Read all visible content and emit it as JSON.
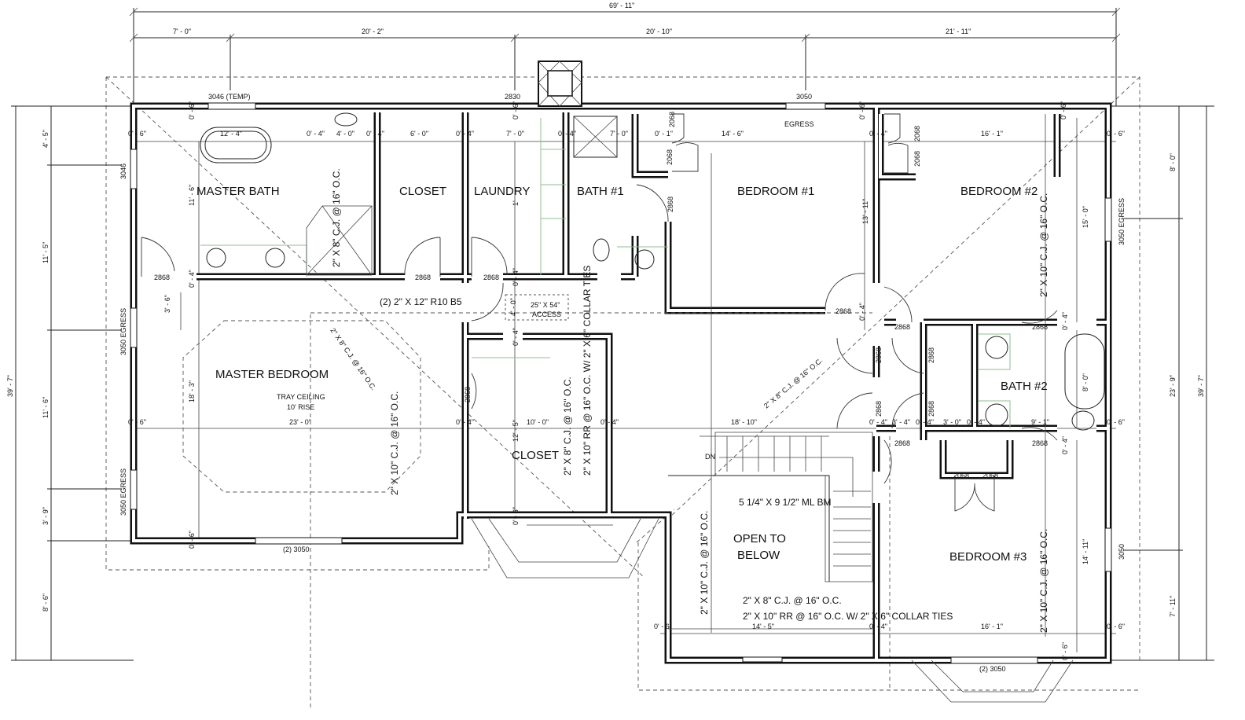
{
  "overall": {
    "width": "69' - 11\"",
    "depth_left": "39' - 7\"",
    "depth_right": "39' - 7\""
  },
  "top_dims": [
    "7' - 0\"",
    "20' - 2\"",
    "20' - 10\"",
    "21' - 11\""
  ],
  "left_dims": [
    "4' - 5\"",
    "11' - 5\"",
    "11' - 6\"",
    "3' - 9\"",
    "8' - 6\"",
    "3' - 6\""
  ],
  "right_dims": [
    "8' - 0\"",
    "23' - 9\"",
    "7' - 11\""
  ],
  "windows": {
    "master_bath_top": "3046 (TEMP)",
    "laundry_top": "2830",
    "bedroom1_top": "3050",
    "bedroom1_egress": "EGRESS",
    "master_bath_left": "3046",
    "master_bed_left_1": "3050 EGRESS",
    "master_bed_left_2": "3050 EGRESS",
    "bedroom2_right": "3050 EGRESS",
    "bedroom3_right": "3050",
    "master_bed_bottom": "(2) 3050",
    "bedroom3_bottom": "(2) 3050"
  },
  "row1_dims": [
    "0' - 6\"",
    "12' - 4\"",
    "0' - 4\"",
    "4' - 0\"",
    "0' - 4\"",
    "6' - 0\"",
    "0' - 4\"",
    "7' - 0\"",
    "0' - 4\"",
    "7' - 0\"",
    "0' - 1\"",
    "14' - 6\"",
    "0' - 4\"",
    "16' - 1\"",
    "0' - 6\""
  ],
  "row2_dims": [
    "0' - 6\"",
    "23' - 0\"",
    "0' - 4\"",
    "10' - 0\"",
    "0' - 4\"",
    "18' - 10\"",
    "0' - 4\"",
    "3' - 4\"",
    "0' - 4\"",
    "3' - 0\"",
    "0' - 4\"",
    "9' - 1\"",
    "0' - 6\""
  ],
  "row3_dims": [
    "0' - 6\"",
    "14' - 5\"",
    "0' - 4\"",
    "16' - 1\"",
    "0' - 6\""
  ],
  "wall_dims": [
    "0' - 6\"",
    "0' - 6\"",
    "0' - 6\"",
    "0' - 6\"",
    "0' - 4\"",
    "0' - 4\"",
    "0' - 4\"",
    "0' - 4\"",
    "0' - 4\"",
    "0' - 4\"",
    "0' - 6\"",
    "0' - 6\"",
    "0' - 6\"",
    "4' - 0\""
  ],
  "room_dims": [
    "11' - 6\"",
    "1'",
    "13' - 11\"",
    "15' - 0\"",
    "18' - 3\"",
    "12' - 5\"",
    "8' - 0\"",
    "14' - 11\""
  ],
  "doors": {
    "d2868": "2868",
    "d2068": "2068"
  },
  "rooms": {
    "master_bath": "MASTER BATH",
    "closet1": "CLOSET",
    "laundry": "LAUNDRY",
    "bath1": "BATH #1",
    "bedroom1": "BEDROOM #1",
    "bedroom2": "BEDROOM #2",
    "master_bedroom": "MASTER BEDROOM",
    "tray1": "TRAY CEILING",
    "tray2": "10' RISE",
    "closet2": "CLOSET",
    "bath2": "BATH #2",
    "open1": "OPEN TO",
    "open2": "BELOW",
    "bedroom3": "BEDROOM #3",
    "stair_dn": "DN"
  },
  "notes": {
    "beam1": "(2) 2\" X 12\" R10 B5",
    "access1": "25\" X 54\"",
    "access2": "ACCESS",
    "cj_bath": "2\" X 8\" C.J. @ 16\" O.C.",
    "cj_master_diag": "2\" X 8\" C.J. @ 16\" O.C.",
    "cj_master": "2\" X 10\" C.J. @ 16\" O.C.",
    "cj_closet": "2\" X 8\" C.J. @ 16\" O.C.",
    "rr_closet": "2\" X 10\" RR @ 16\" O.C. W/ 2\" X 6\" COLLAR TIES",
    "cj_bed2": "2\" X 10\" C.J. @ 16\" O.C.",
    "cj_hall_diag": "2\" X 8\" C.J. @ 16\" O.C.",
    "ml_beam": "5 1/4\" X 9 1/2\" ML BM",
    "cj_open": "2\" X 10\" C.J. @ 16\" O.C.",
    "cj_open_h": "2\" X 8\" C.J. @ 16\" O.C.",
    "rr_open": "2\" X 10\" RR @ 16\" O.C. W/ 2\" X 6\" COLLAR TIES",
    "cj_bed3": "2\" X 10\" C.J. @ 16\" O.C."
  },
  "colors": {
    "line": "#111111",
    "fixture_green": "#8fbf8f",
    "background": "#ffffff"
  }
}
